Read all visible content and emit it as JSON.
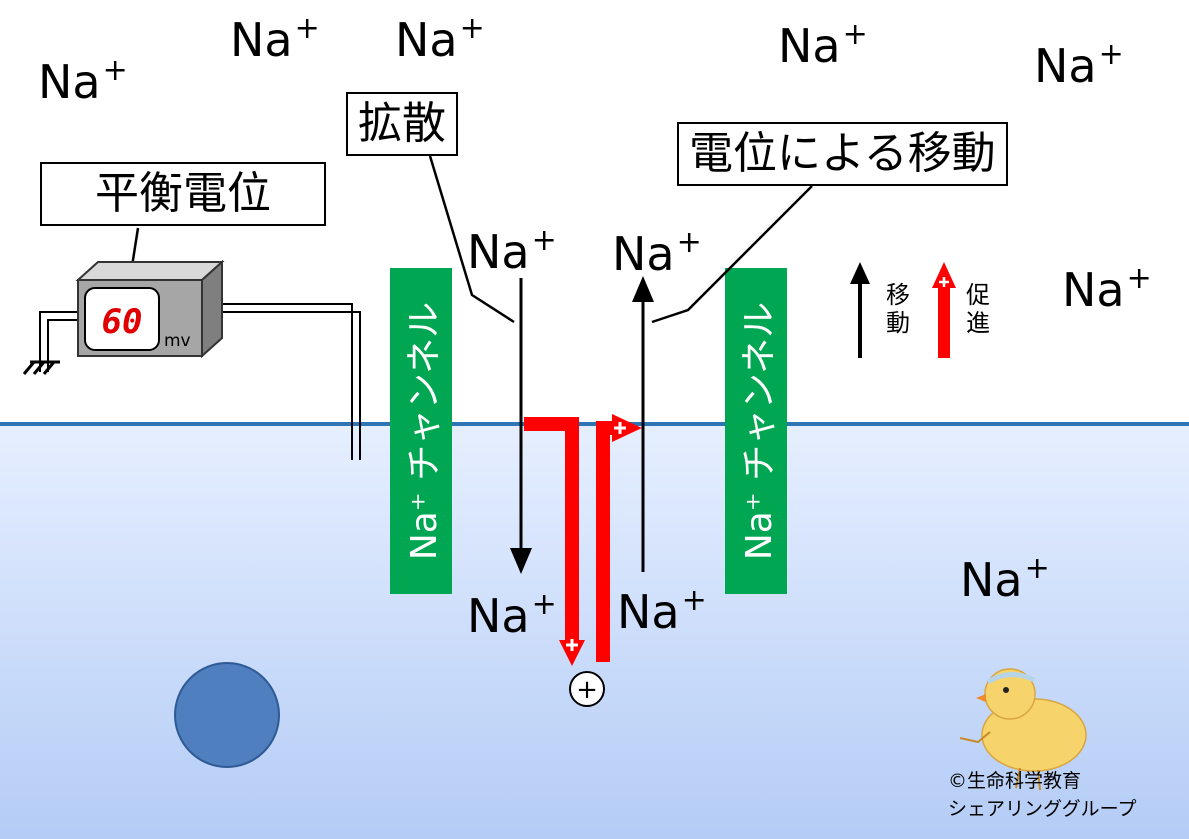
{
  "ions": {
    "symbol": "Na",
    "charge": "+"
  },
  "labels": {
    "equilibrium_potential": "平衡電位",
    "diffusion": "拡散",
    "electric_movement": "電位による移動"
  },
  "channel": {
    "label": "Na⁺ チャンネル"
  },
  "voltmeter": {
    "reading": "60",
    "unit": "mv"
  },
  "charge_symbol": "+",
  "legend": {
    "movement": "移動",
    "promotion": "促進"
  },
  "credit": {
    "line1": "©生命科学教育",
    "line2": "シェアリンググループ"
  },
  "colors": {
    "membrane": "#2e75b6",
    "channel": "#00a651",
    "promotion_arrow": "#ff0000",
    "cell_circle": "#4f7fbf",
    "display_digits": "#e00000"
  },
  "icons": [
    "ground-icon",
    "chick-mascot-icon",
    "voltmeter-box-icon"
  ]
}
